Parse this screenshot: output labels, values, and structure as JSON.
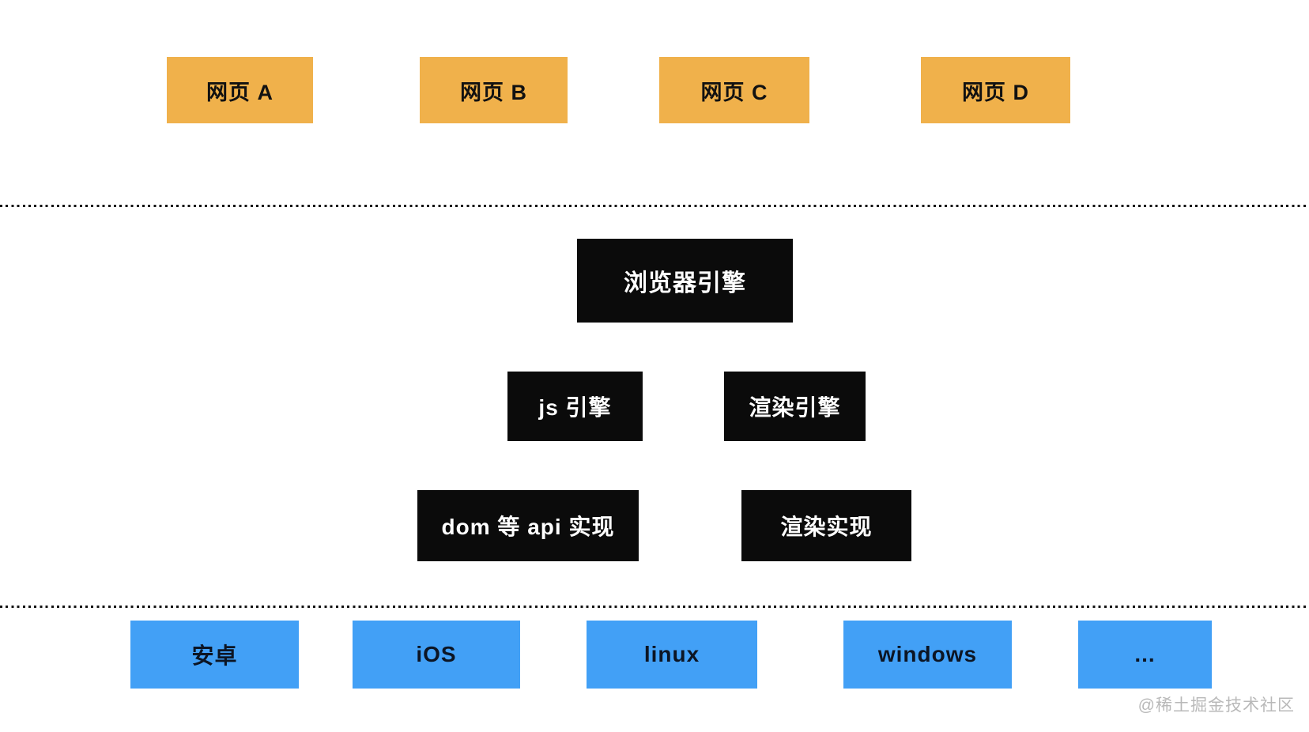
{
  "diagram": {
    "web_pages": [
      {
        "label": "网页 A"
      },
      {
        "label": "网页 B"
      },
      {
        "label": "网页 C"
      },
      {
        "label": "网页 D"
      }
    ],
    "browser_engine": {
      "label": "浏览器引擎"
    },
    "engines": [
      {
        "label": "js 引擎"
      },
      {
        "label": "渲染引擎"
      }
    ],
    "implementations": [
      {
        "label": "dom 等 api 实现"
      },
      {
        "label": "渲染实现"
      }
    ],
    "platforms": [
      {
        "label": "安卓"
      },
      {
        "label": "iOS"
      },
      {
        "label": "linux"
      },
      {
        "label": "windows"
      },
      {
        "label": "..."
      }
    ],
    "watermark": "@稀土掘金技术社区",
    "colors": {
      "page_box": "#f0b14b",
      "engine_box": "#0b0b0b",
      "platform_box": "#42a0f6",
      "watermark_text": "#b9b9b9",
      "background": "#ffffff"
    }
  }
}
